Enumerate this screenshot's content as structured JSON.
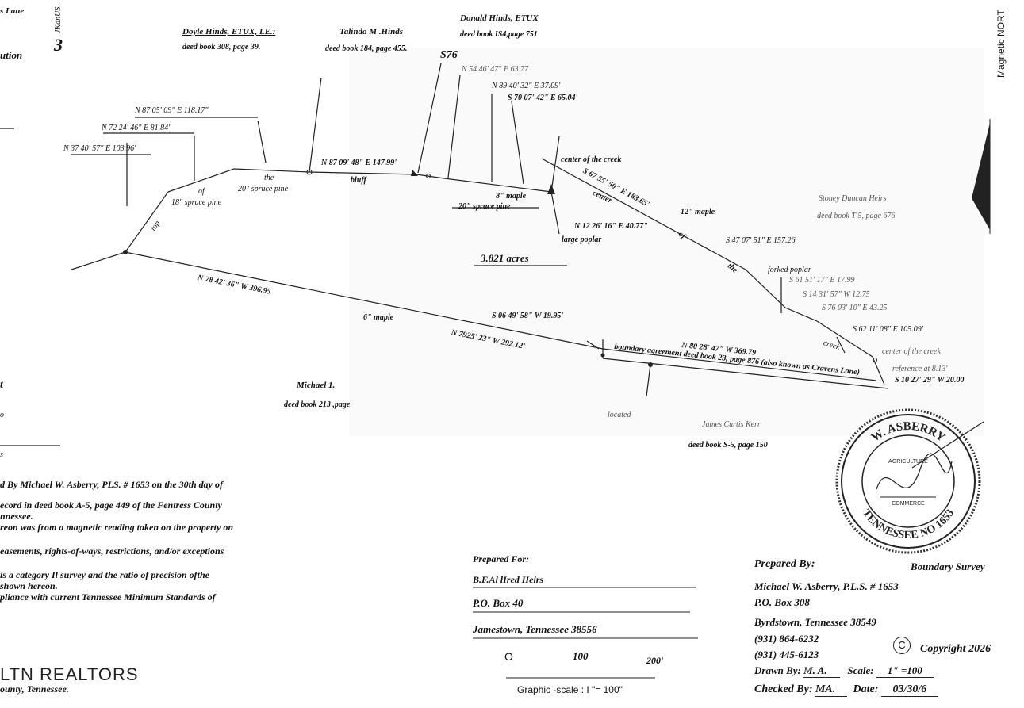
{
  "edge_left": {
    "lane_fragment": "s Lane",
    "ution_fragment": "ution",
    "three": "3",
    "vertical_text": "JKdnUS.",
    "t_fragment": "t",
    "o_fragment": "o",
    "s_fragment": "s"
  },
  "edge_right": {
    "magnetic_north": "Magnetic NORT"
  },
  "owners": {
    "doyle": {
      "name": "Doyle Hinds, ETUX, LE.:",
      "deed": "deed book 308, page 39."
    },
    "talinda": {
      "name": "Talinda M .Hinds",
      "deed": "deed book 184, page 455."
    },
    "donald": {
      "name": "Donald Hinds, ETUX",
      "deed": "deed book IS4,page 751"
    },
    "s76": "S76",
    "stoney": {
      "name": "Stoney Duncan Heirs",
      "deed": "deed book T-5, page 676"
    },
    "michael": {
      "name": "Michael 1.",
      "deed": "deed book 213 ,page"
    },
    "james": {
      "name": "James Curtis Kerr",
      "deed": "deed book S-5, page 150"
    },
    "located": "located"
  },
  "bearings": {
    "b1": "N 87 05' 09\" E 118.17\"",
    "b2": "N 72 24' 46\" E 81.84'",
    "b3": "N 37 40' 57\" E 103.96'",
    "b4": "N 87 09' 48\" E 147.99'",
    "b5": "N 54 46' 47\" E 63.77",
    "b6": "N 89 40' 32\" E 37.09'",
    "b7": "S 70 07' 42\" E 65.04'",
    "b8": "S 67 55' 50\" E 183.65'",
    "b9": "N 12 26' 16\" E 40.77\"",
    "b10": "S 47 07' 51\" E 157.26",
    "b11": "S 61 51' 17\" E 17.99",
    "b12": "S 14 31' 57\" W 12.75",
    "b13": "S 76 03' 10\" E 43.25",
    "b14": "S 62 11' 08\" E 105.09'",
    "b15": "N 78 42' 36\" W 396.95",
    "b16": "N 7925' 23\" W 292.12'",
    "b17": "S 06 49' 58\" W 19.95'",
    "b18": "N 80 28' 47\" W 369.79",
    "b19": "S 10 27' 29\" W 20.00"
  },
  "features": {
    "the1": "the",
    "spruce20a": "20\" spruce pine",
    "of1": "of",
    "spruce18": "18\" spruce pine",
    "top": "top",
    "bluff": "bluff",
    "maple8": "8\" maple",
    "spruce20b": "20\" spruce pine",
    "center_creek": "center of the creek",
    "center": "center",
    "maple12": "12\" maple",
    "of2": "of",
    "the2": "the",
    "large_poplar": "large poplar",
    "acres": "3.821 acres",
    "forked_poplar": "forked poplar",
    "creek": "creek",
    "center_creek2": "center of the creek",
    "reference": "reference at 8.13'",
    "maple6": "6\" maple",
    "boundary_agreement": "boundary agreement deed book 23, page 876 (also known as Cravens Lane)"
  },
  "notes": [
    "d By Michael W. Asberry, PLS. # 1653 on the 30th day of",
    "ecord in deed book A-5, page 449 of the Fentress County",
    "nnessee.",
    "reon was from a magnetic reading taken on the property on",
    "easements, rights-of-ways, restrictions, and/or exceptions",
    "is a category Il survey and the ratio of precision ofthe",
    "shown hereon.",
    "pliance with current Tennessee Minimum Standards of"
  ],
  "watermark": "LTN REALTORS",
  "county_fragment": "ounty, Tennessee.",
  "prepared_for": {
    "label": "Prepared For:",
    "name": "B.F.Al lIred Heirs",
    "box": "P.O. Box 40",
    "city": "Jamestown, Tennessee 38556"
  },
  "scale_bar": {
    "zero": "O",
    "hundred": "100",
    "two_hundred": "200'",
    "caption": "Graphic -scale : I \"= 100\""
  },
  "prepared_by": {
    "label": "Prepared By:",
    "type": "Boundary Survey",
    "name": "Michael W. Asberry, P.L.S. # 1653",
    "box": "P.O. Box 308",
    "city": "Byrdstown, Tennessee 38549",
    "phone1": "(931) 864-6232",
    "phone2": "(931) 445-6123",
    "copyright": "Copyright 2026",
    "drawn_label": "Drawn By:",
    "drawn_value": "M. A.",
    "scale_label": "Scale:",
    "scale_value": "1\" =100",
    "checked_label": "Checked By:",
    "checked_value": "MA.",
    "date_label": "Date:",
    "date_value": "03/30/6"
  },
  "seal": {
    "top_text": "W. ASBERRY",
    "bottom_text": "TENNESSEE NO 1653",
    "agriculture": "AGRICULTURE",
    "commerce": "COMMERCE"
  }
}
